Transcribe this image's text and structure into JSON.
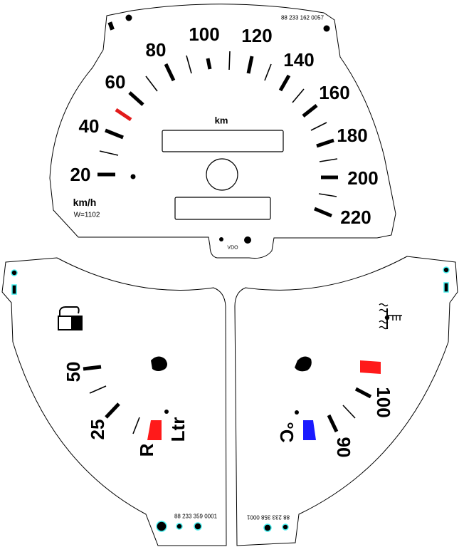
{
  "speedometer": {
    "labels": [
      "20",
      "40",
      "60",
      "80",
      "100",
      "120",
      "140",
      "160",
      "180",
      "200",
      "220"
    ],
    "odometer_label": "km",
    "unit": "km/h",
    "w_value": "W=1102",
    "part_number": "88 233 162 0057",
    "brand": "VDO",
    "warning_mark_color": "#e21b1b"
  },
  "fuel_gauge": {
    "icon": "fuel-pump-icon",
    "labels": [
      "50",
      "25"
    ],
    "reserve_label": "R",
    "unit": "Ltr",
    "reserve_color": "#ff1a1a",
    "part_number": "88 233 359 0001"
  },
  "temp_gauge": {
    "icon": "coolant-temperature-icon",
    "labels": [
      "100",
      "90"
    ],
    "unit": "°C",
    "hot_color": "#ff1a1a",
    "cold_color": "#1a1aff",
    "part_number": "88 233 358 0001"
  }
}
